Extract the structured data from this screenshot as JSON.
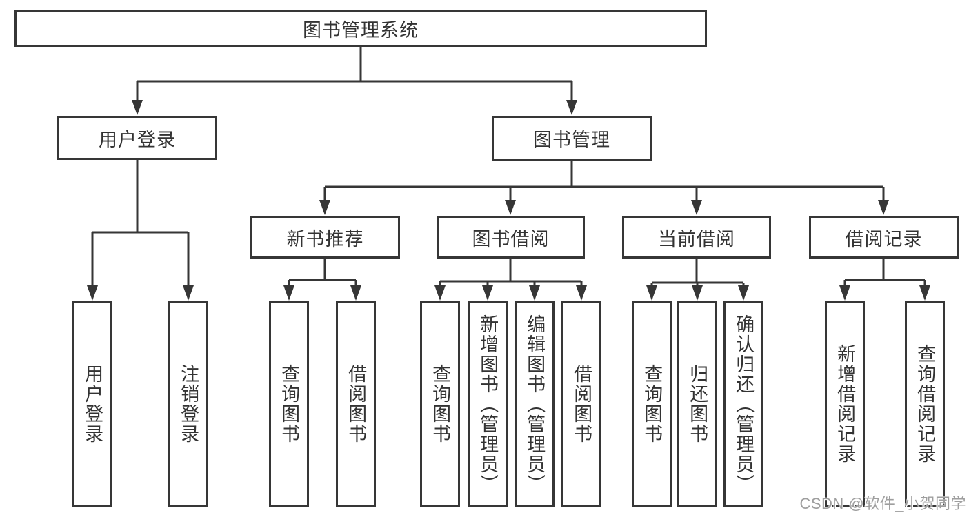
{
  "tree": {
    "root": {
      "label": "图书管理系统"
    },
    "children": [
      {
        "label": "用户登录",
        "children": [
          {
            "label": "用户登录"
          },
          {
            "label": "注销登录"
          }
        ]
      },
      {
        "label": "图书管理",
        "children": [
          {
            "label": "新书推荐",
            "children": [
              {
                "label": "查询图书"
              },
              {
                "label": "借阅图书"
              }
            ]
          },
          {
            "label": "图书借阅",
            "children": [
              {
                "label": "查询图书"
              },
              {
                "label": "新增图书（管理员）"
              },
              {
                "label": "编辑图书（管理员）"
              },
              {
                "label": "借阅图书"
              }
            ]
          },
          {
            "label": "当前借阅",
            "children": [
              {
                "label": "查询图书"
              },
              {
                "label": "归还图书"
              },
              {
                "label": "确认归还（管理员）"
              }
            ]
          },
          {
            "label": "借阅记录",
            "children": [
              {
                "label": "新增借阅记录"
              },
              {
                "label": "查询借阅记录"
              }
            ]
          }
        ]
      }
    ]
  },
  "watermark": {
    "text": "CSDN @软件_小贺同学"
  },
  "colors": {
    "line": "#363636",
    "box_border": "#363636",
    "text": "#333333",
    "box_background": "#ffffff",
    "page_background": "#ffffff",
    "watermark": "#9e9e9e"
  }
}
